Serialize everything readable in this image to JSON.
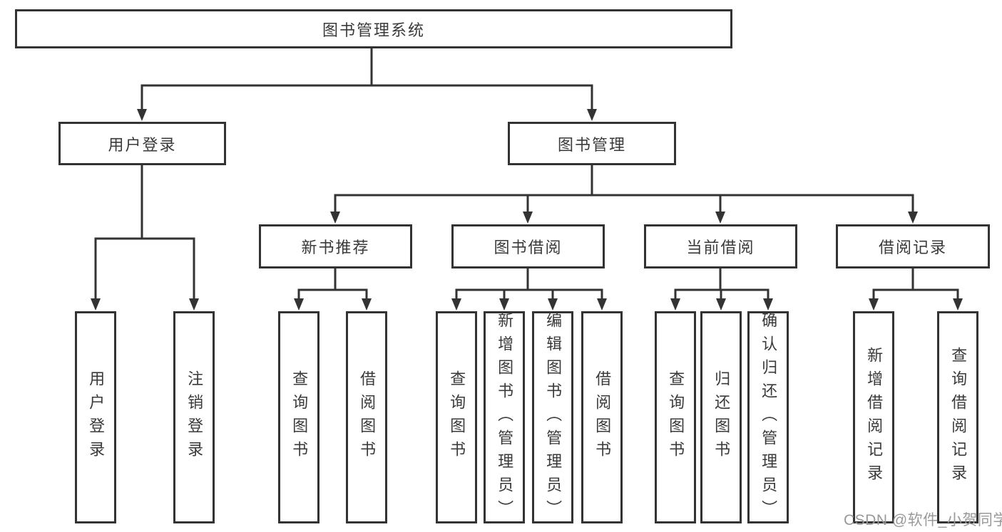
{
  "tree": {
    "label": "图书管理系统",
    "children": [
      {
        "label": "用户登录",
        "children": [
          {
            "label": "用户登录"
          },
          {
            "label": "注销登录"
          }
        ]
      },
      {
        "label": "图书管理",
        "children": [
          {
            "label": "新书推荐",
            "children": [
              {
                "label": "查询图书"
              },
              {
                "label": "借阅图书"
              }
            ]
          },
          {
            "label": "图书借阅",
            "children": [
              {
                "label": "查询图书"
              },
              {
                "label": "新增图书（管理员）"
              },
              {
                "label": "编辑图书（管理员）"
              },
              {
                "label": "借阅图书"
              }
            ]
          },
          {
            "label": "当前借阅",
            "children": [
              {
                "label": "查询图书"
              },
              {
                "label": "归还图书"
              },
              {
                "label": "确认归还（管理员）"
              }
            ]
          },
          {
            "label": "借阅记录",
            "children": [
              {
                "label": "新增借阅记录"
              },
              {
                "label": "查询借阅记录"
              }
            ]
          }
        ]
      }
    ]
  },
  "watermark": {
    "text": "CSDN @软件_小贺同学"
  },
  "colors": {
    "line": "#333333",
    "box_border": "#333333",
    "text": "#3a3a3a",
    "watermark": "#999999",
    "background": "#ffffff"
  }
}
